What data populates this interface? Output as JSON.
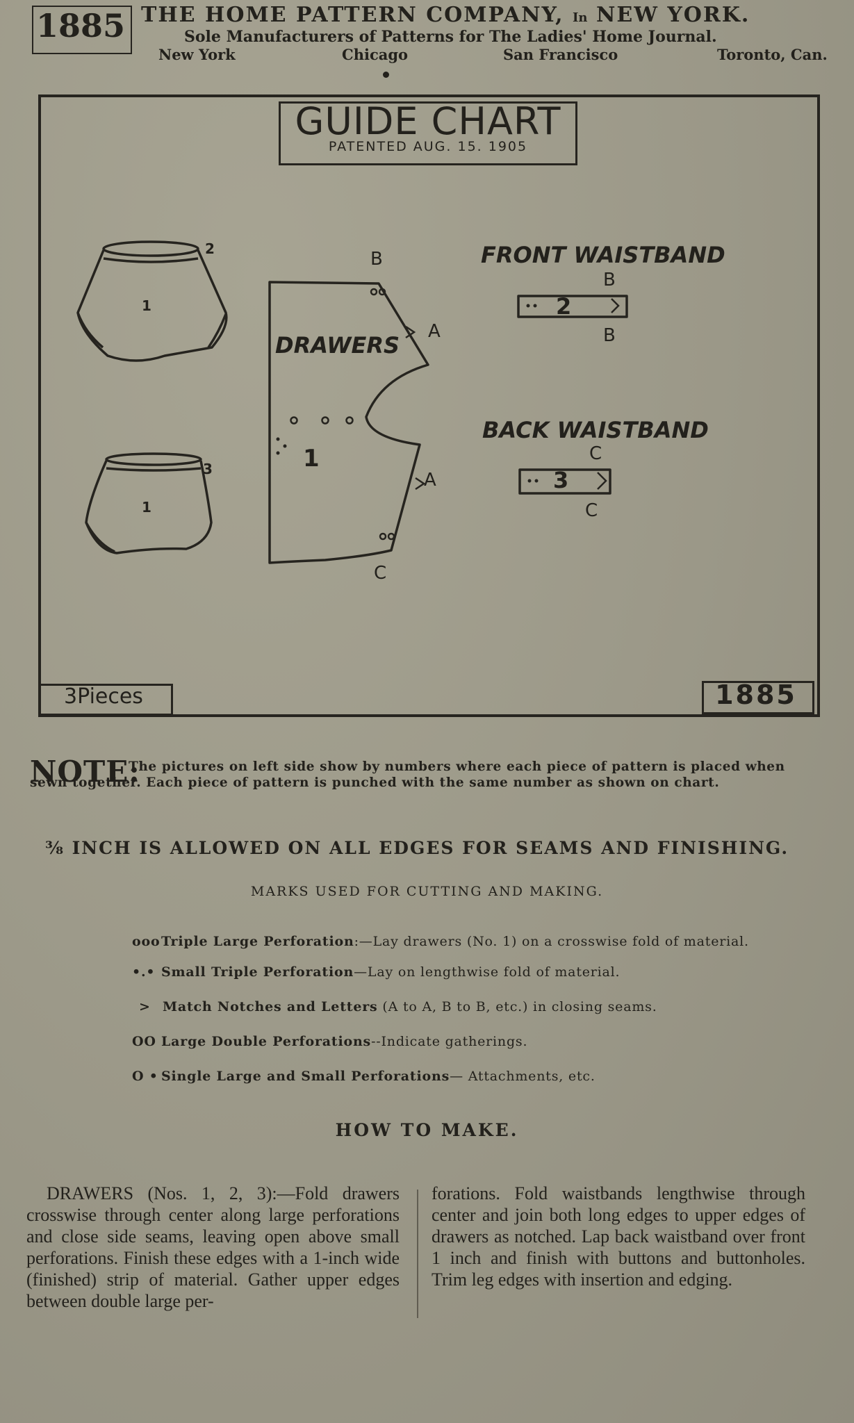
{
  "header": {
    "pattern_number": "1885",
    "company_name": "THE HOME PATTERN COMPANY,",
    "company_in": "In",
    "company_city": "NEW YORK.",
    "sole_manufacturers": "Sole Manufacturers of Patterns for The Ladies' Home Journal.",
    "cities": [
      "New York",
      "Chicago",
      "San Francisco",
      "Toronto, Can."
    ]
  },
  "chart": {
    "title": "GUIDE CHART",
    "patent": "PATENTED AUG. 15. 1905",
    "pieces": "3Pieces",
    "pattern_number": "1885",
    "piece_label": "DRAWERS",
    "front_waistband": "FRONT WAISTBAND",
    "back_waistband": "BACK WAISTBAND",
    "numbers": {
      "one": "1",
      "two": "2",
      "three": "3"
    },
    "letters": {
      "a": "A",
      "b": "B",
      "c": "C"
    }
  },
  "note": {
    "label": "NOTE:",
    "text": "The pictures on left side show by numbers where each piece of pattern is placed when sewn together. Each piece of pattern is punched with the same number as shown on chart."
  },
  "seam_allowance": "⅜ INCH IS ALLOWED ON ALL EDGES FOR SEAMS AND FINISHING.",
  "marks": {
    "title": "MARKS USED FOR CUTTING AND MAKING.",
    "items": [
      {
        "symbol": "ooo",
        "name": "Triple Large Perforation",
        "text": ":—Lay drawers (No. 1) on a crosswise fold of material."
      },
      {
        "symbol": "•.•",
        "name": "Small Triple Perforation",
        "text": "—Lay on lengthwise fold of material."
      },
      {
        "symbol": ">",
        "name": "Match Notches and Letters",
        "text": " (A to A, B to B, etc.) in closing seams."
      },
      {
        "symbol": "OO",
        "name": "Large Double Perforations",
        "text": "--Indicate gatherings."
      },
      {
        "symbol": "O •",
        "name": "Single Large and Small Perforations",
        "text": "— Attachments, etc."
      }
    ]
  },
  "how_to_make": {
    "title": "HOW TO MAKE.",
    "left": "DRAWERS (Nos. 1, 2, 3):—Fold drawers crosswise through center along large perforations and close side seams, leaving open above small perforations. Finish these edges with a 1-inch wide (finished) strip of material. Gather upper edges between double large per-",
    "right": "forations. Fold waistbands lengthwise through center and join both long edges to upper edges of drawers as notched. Lap back waistband over front 1 inch and finish with buttons and buttonholes. Trim leg edges with insertion and edging."
  }
}
